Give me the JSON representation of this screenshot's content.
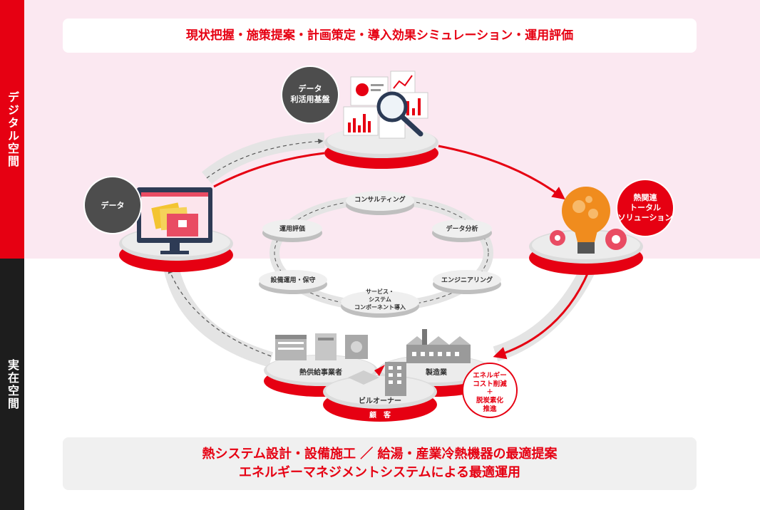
{
  "sidebar": {
    "digital_label": "デジタル空間",
    "real_label": "実在空間"
  },
  "banner_top": {
    "text": "現状把握・施策提案・計画策定・導入効果シミュレーション・運用評価"
  },
  "banner_bottom": {
    "line1": "熱システム設計・設備施工 ／ 給湯・産業冷熱機器の最適提案",
    "line2": "エネルギーマネジメントシステムによる最適運用"
  },
  "nodes": {
    "data_platform_line1": "データ",
    "data_platform_line2": "利活用基盤",
    "data": "データ",
    "solution_line1": "熱関連",
    "solution_line2": "トータル",
    "solution_line3": "ソリューション",
    "heat_supplier": "熱供給事業者",
    "building_owner": "ビルオーナー",
    "manufacturing": "製造業",
    "customer": "顧　客",
    "benefit_line1": "エネルギー",
    "benefit_line2": "コスト削減",
    "benefit_plus": "＋",
    "benefit_line3": "脱炭素化",
    "benefit_line4": "推進"
  },
  "inner_cycle": {
    "consulting": "コンサルティング",
    "data_analysis": "データ分析",
    "engineering": "エンジニアリング",
    "service_line1": "サービス・",
    "service_line2": "システム",
    "service_line3": "コンポーネント導入",
    "maintenance": "設備運用・保守",
    "operation_eval": "運用評価"
  },
  "colors": {
    "accent": "#e60012",
    "dark": "#555555",
    "platform": "#d8d8d8"
  }
}
